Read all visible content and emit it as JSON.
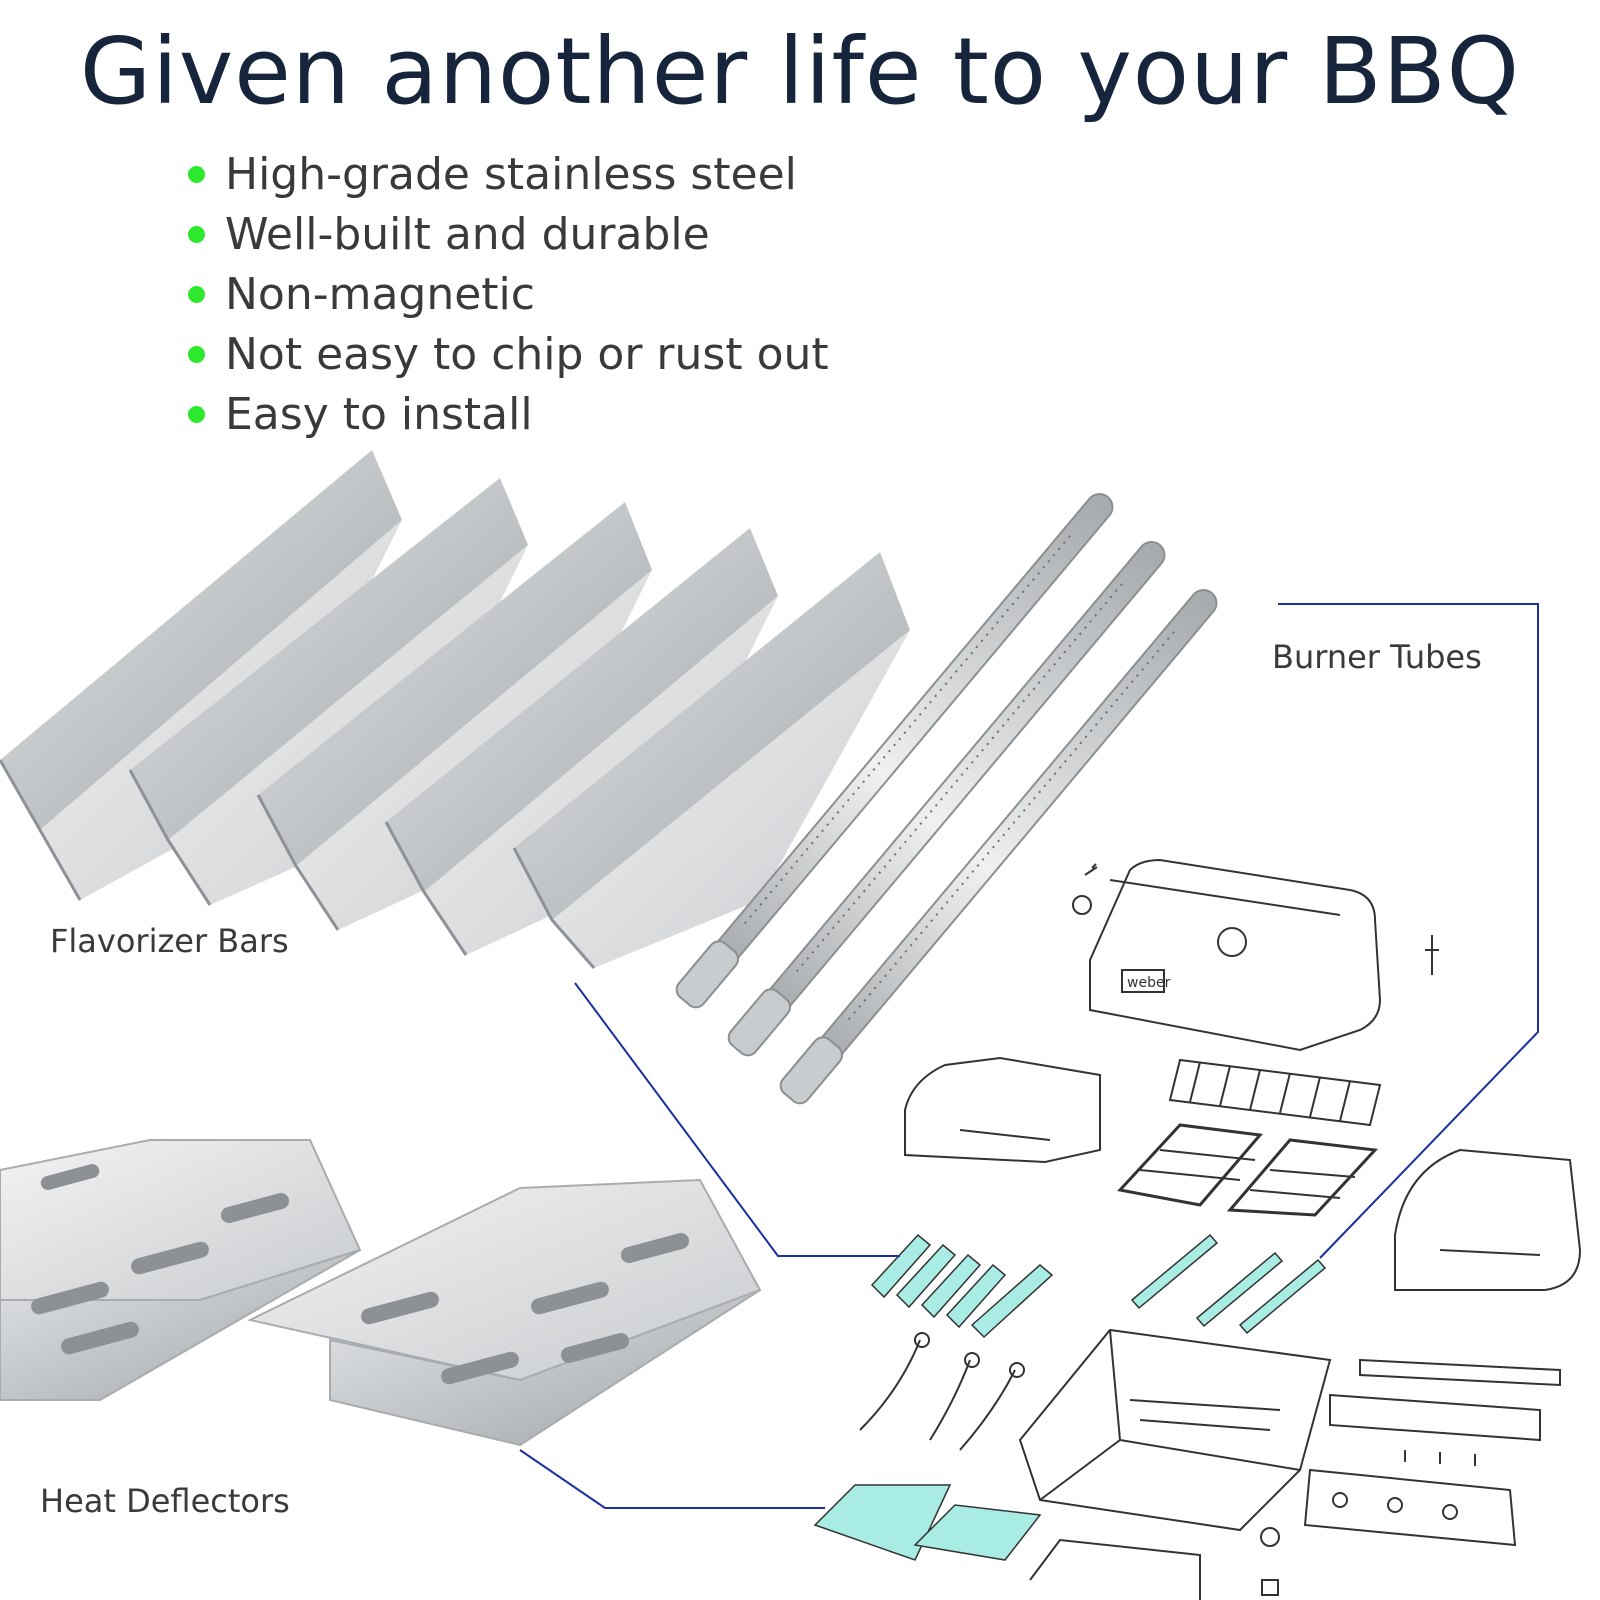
{
  "title": "Given another life to your BBQ",
  "features": [
    "High-grade stainless steel",
    "Well-built and durable",
    "Non-magnetic",
    "Not easy to chip or rust out",
    "Easy to install"
  ],
  "labels": {
    "flavorizer": "Flavorizer Bars",
    "burner": "Burner Tubes",
    "deflector": "Heat Deflectors"
  },
  "brand_mark": "weber",
  "colors": {
    "title": "#16253b",
    "bullet": "#2ee82e",
    "callout_line": "#1c2fa0",
    "highlight_fill": "#a8ece4"
  }
}
